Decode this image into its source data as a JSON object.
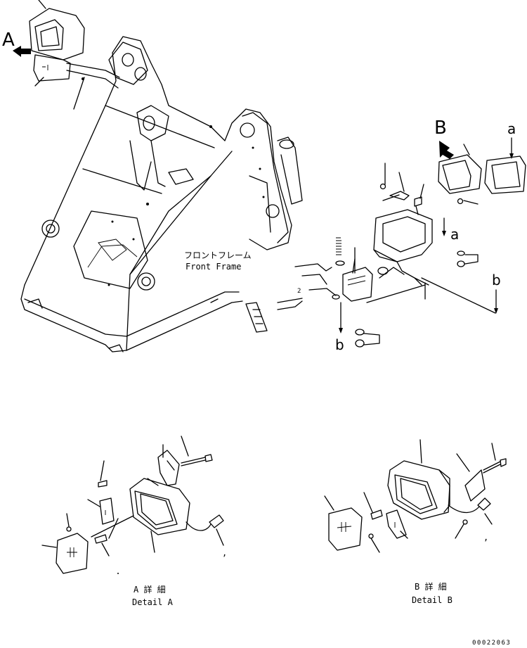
{
  "callouts": {
    "view_a": "A",
    "view_b": "B",
    "ref_a_top": "a",
    "ref_a_mid": "a",
    "ref_b_left": "b",
    "ref_b_right": "b"
  },
  "frame_label": {
    "jp": "フロントフレーム",
    "en": "Front Frame"
  },
  "detail_a": {
    "jp": "A 詳 細",
    "en": "Detail A"
  },
  "detail_b": {
    "jp": "B 詳 細",
    "en": "Detail B"
  },
  "small_marks": {
    "mark_2": "2",
    "comma_a": ",",
    "comma_b": ","
  },
  "drawing_number": "00022063"
}
